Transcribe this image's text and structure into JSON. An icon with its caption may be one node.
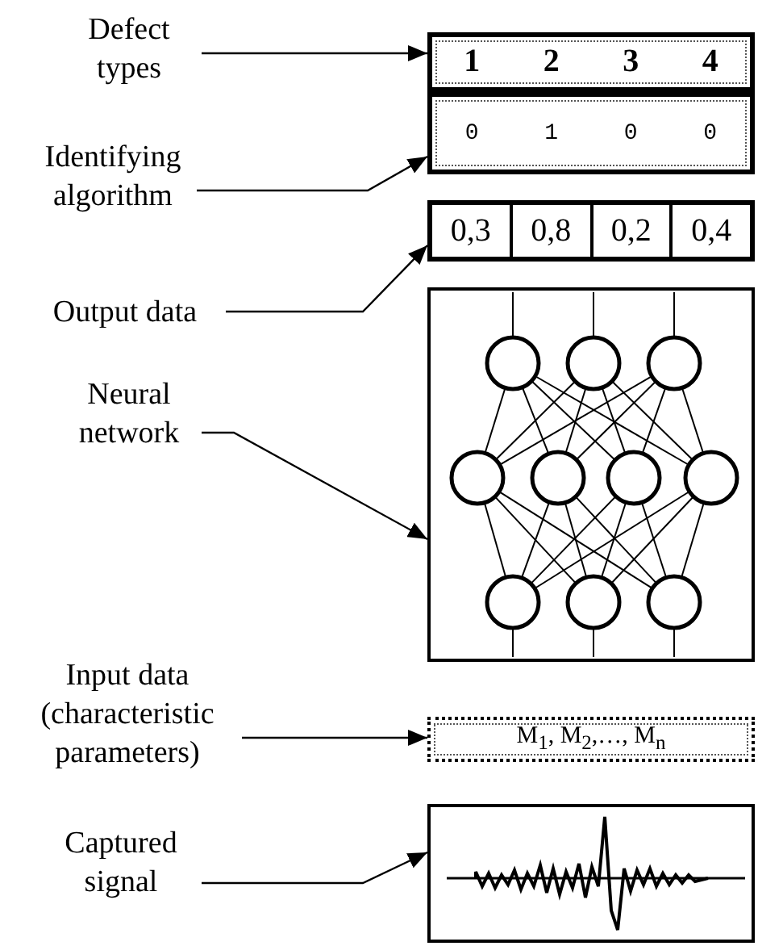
{
  "diagram": {
    "nodes": [
      {
        "text": [
          "Defect types"
        ]
      },
      {
        "text": [
          "1",
          "2",
          "3",
          "4"
        ]
      },
      {
        "text": [
          "Identifying algorithm"
        ]
      },
      {
        "text": [
          "0",
          "1",
          "0",
          "0"
        ]
      },
      {
        "text": [
          "Output data"
        ]
      },
      {
        "text": [
          "0,3",
          "0,8",
          "0,2",
          "0,4"
        ]
      },
      {
        "text": [
          "Neural network"
        ]
      },
      {
        "text": [],
        "shape": "picture"
      },
      {
        "text": [
          "Input data (characteristic parameters)"
        ]
      },
      {
        "text": [
          "M$_{1}$, M$_{2}$,…,  M$_{n}$"
        ]
      },
      {
        "text": [
          "Captured signal"
        ]
      },
      {
        "text": [],
        "shape": "picture"
      }
    ],
    "edges": [
      {
        "from": 0,
        "to": 1,
        "arrow": "to"
      },
      {
        "from": 2,
        "to": 3,
        "arrow": "to"
      },
      {
        "from": 4,
        "to": 5,
        "arrow": "to"
      },
      {
        "from": 6,
        "to": 7,
        "arrow": "to"
      },
      {
        "from": 8,
        "to": 9,
        "arrow": "to"
      },
      {
        "from": 10,
        "to": 11,
        "arrow": "to"
      }
    ]
  }
}
